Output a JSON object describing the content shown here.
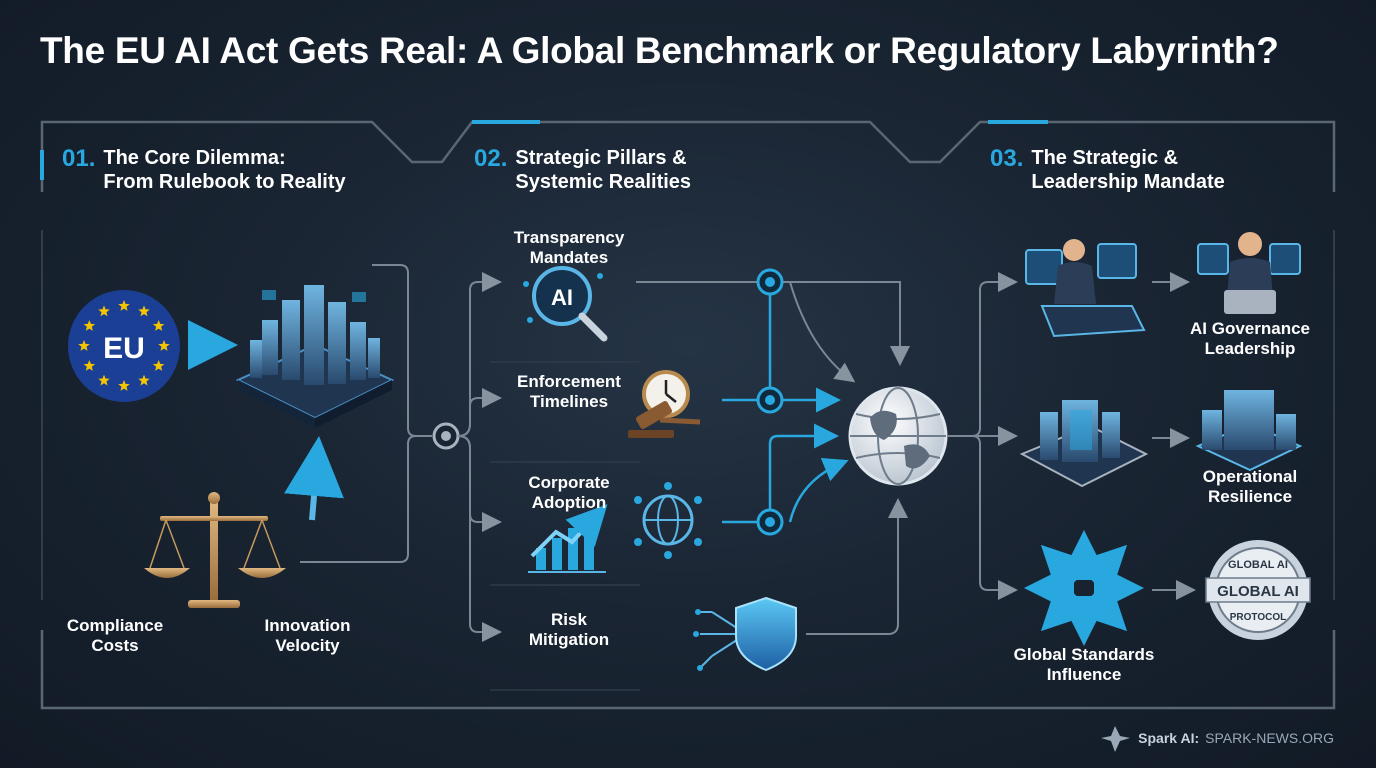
{
  "title": "The EU AI Act Gets Real: A Global Benchmark or Regulatory Labyrinth?",
  "colors": {
    "accent": "#29a8e0",
    "eu_blue": "#1b3f94",
    "eu_star": "#f4c400",
    "bronze": "#c89a5e",
    "line": "#7b8794"
  },
  "sections": [
    {
      "num": "01.",
      "title_l1": "The Core Dilemma:",
      "title_l2": "From Rulebook to Reality"
    },
    {
      "num": "02.",
      "title_l1": "Strategic Pillars &",
      "title_l2": "Systemic Realities"
    },
    {
      "num": "03.",
      "title_l1": "The Strategic &",
      "title_l2": "Leadership Mandate"
    }
  ],
  "dilemma": {
    "eu_badge": "EU",
    "compliance": {
      "l1": "Compliance",
      "l2": "Costs"
    },
    "innovation": {
      "l1": "Innovation",
      "l2": "Velocity"
    },
    "icons": [
      "eu-flag-icon",
      "digital-city-icon",
      "scales-icon"
    ]
  },
  "pillars": [
    {
      "l1": "Transparency",
      "l2": "Mandates",
      "icon": "ai-magnifier-icon",
      "badge": "AI"
    },
    {
      "l1": "Enforcement",
      "l2": "Timelines",
      "icon": "clock-gavel-icon"
    },
    {
      "l1": "Corporate",
      "l2": "Adoption",
      "icon": "growth-chart-icon"
    },
    {
      "l1": "Risk",
      "l2": "Mitigation",
      "icon": "shield-circuit-icon"
    }
  ],
  "mandate": [
    {
      "l1": "AI Governance",
      "l2": "Leadership",
      "icon": "governance-leader-icon"
    },
    {
      "l1": "Operational",
      "l2": "Resilience",
      "icon": "operations-building-icon"
    },
    {
      "l1": "Global Standards",
      "l2": "Influence",
      "icon": "expansion-arrows-icon"
    }
  ],
  "seal": {
    "top": "GLOBAL AI",
    "center": "GLOBAL AI",
    "bottom": "PROTOCOL"
  },
  "footer": {
    "brand": "Spark AI:",
    "site": "SPARK-NEWS.ORG"
  }
}
